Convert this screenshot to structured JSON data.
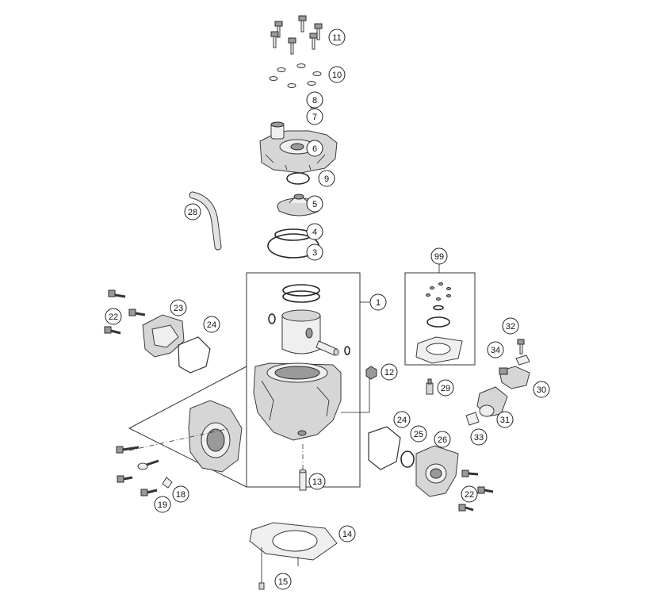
{
  "diagram": {
    "callouts": [
      {
        "id": "c1",
        "label": "1"
      },
      {
        "id": "c3",
        "label": "3"
      },
      {
        "id": "c4",
        "label": "4"
      },
      {
        "id": "c5",
        "label": "5"
      },
      {
        "id": "c6",
        "label": "6"
      },
      {
        "id": "c7",
        "label": "7"
      },
      {
        "id": "c8",
        "label": "8"
      },
      {
        "id": "c9",
        "label": "9"
      },
      {
        "id": "c10",
        "label": "10"
      },
      {
        "id": "c11",
        "label": "11"
      },
      {
        "id": "c12",
        "label": "12"
      },
      {
        "id": "c13",
        "label": "13"
      },
      {
        "id": "c14",
        "label": "14"
      },
      {
        "id": "c15",
        "label": "15"
      },
      {
        "id": "c18",
        "label": "18"
      },
      {
        "id": "c19",
        "label": "19"
      },
      {
        "id": "c22a",
        "label": "22"
      },
      {
        "id": "c22b",
        "label": "22"
      },
      {
        "id": "c23",
        "label": "23"
      },
      {
        "id": "c24a",
        "label": "24"
      },
      {
        "id": "c24b",
        "label": "24"
      },
      {
        "id": "c25",
        "label": "25"
      },
      {
        "id": "c26",
        "label": "26"
      },
      {
        "id": "c28",
        "label": "28"
      },
      {
        "id": "c29",
        "label": "29"
      },
      {
        "id": "c30",
        "label": "30"
      },
      {
        "id": "c31",
        "label": "31"
      },
      {
        "id": "c32",
        "label": "32"
      },
      {
        "id": "c33",
        "label": "33"
      },
      {
        "id": "c34",
        "label": "34"
      },
      {
        "id": "c99",
        "label": "99"
      }
    ]
  }
}
